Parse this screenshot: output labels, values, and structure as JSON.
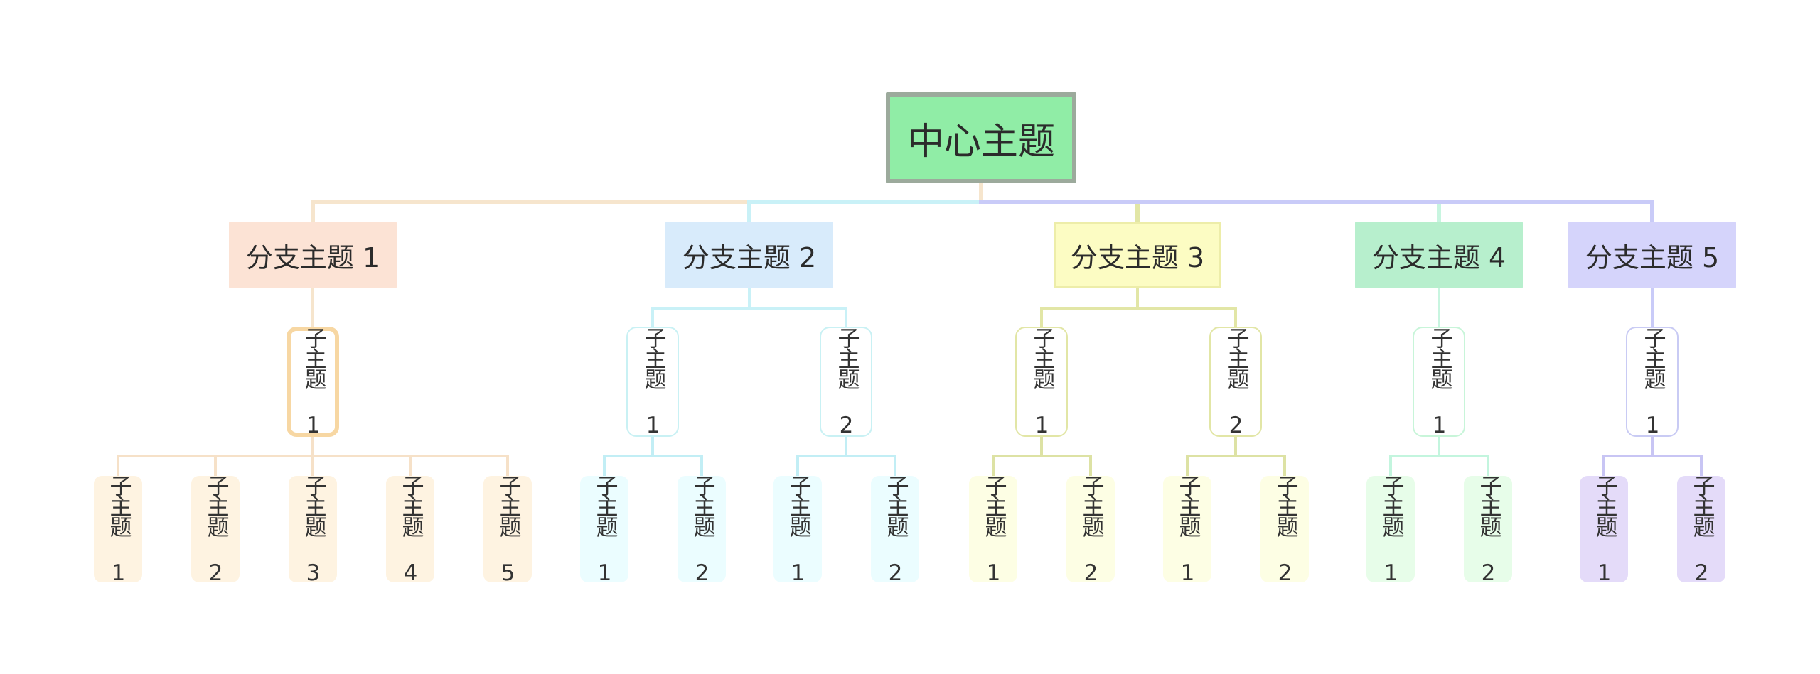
{
  "map": {
    "root": {
      "label": "中心主题",
      "fill": "#90EDA6",
      "border": "#9CAA9C",
      "link": "#C9CBF8"
    },
    "branches": [
      {
        "label": "分支主题 1",
        "fill": "#FCE3D5",
        "border": "#FCE3D5",
        "link": "#F6E5CD",
        "children": [
          {
            "label": "子主题 1",
            "border": "#F7D7A3",
            "emphasized": true,
            "link": "#F6E1C8",
            "children": [
              {
                "label": "子主题 1",
                "fill": "#FEF3E1"
              },
              {
                "label": "子主题 2",
                "fill": "#FEF3E1"
              },
              {
                "label": "子主题 3",
                "fill": "#FEF3E1"
              },
              {
                "label": "子主题 4",
                "fill": "#FEF3E1"
              },
              {
                "label": "子主题 5",
                "fill": "#FEF3E1"
              }
            ]
          }
        ]
      },
      {
        "label": "分支主题 2",
        "fill": "#D8EBFB",
        "border": "#D8EBFB",
        "link": "#C9F1F7",
        "children": [
          {
            "label": "子主题 1",
            "border": "#C9F1F4",
            "link": "#C2EEF5",
            "children": [
              {
                "label": "子主题 1",
                "fill": "#EBFDFF"
              },
              {
                "label": "子主题 2",
                "fill": "#EBFDFF"
              }
            ]
          },
          {
            "label": "子主题 2",
            "border": "#C9F1F4",
            "link": "#C2EEF5",
            "children": [
              {
                "label": "子主题 1",
                "fill": "#EBFDFF"
              },
              {
                "label": "子主题 2",
                "fill": "#EBFDFF"
              }
            ]
          }
        ]
      },
      {
        "label": "分支主题 3",
        "fill": "#FCFCC3",
        "border": "#EDEDA9",
        "link": "#E2E6A6",
        "children": [
          {
            "label": "子主题 1",
            "border": "#E2E6A6",
            "link": "#DDE2A4",
            "children": [
              {
                "label": "子主题 1",
                "fill": "#FDFEE4"
              },
              {
                "label": "子主题 2",
                "fill": "#FDFEE4"
              }
            ]
          },
          {
            "label": "子主题 2",
            "border": "#E2E6A6",
            "link": "#DDE2A4",
            "children": [
              {
                "label": "子主题 1",
                "fill": "#FDFEE4"
              },
              {
                "label": "子主题 2",
                "fill": "#FDFEE4"
              }
            ]
          }
        ]
      },
      {
        "label": "分支主题 4",
        "fill": "#B7EFCD",
        "border": "#B7EFCD",
        "link": "#C8F5E0",
        "children": [
          {
            "label": "子主题 1",
            "border": "#C8F5D9",
            "link": "#C3F5DE",
            "children": [
              {
                "label": "子主题 1",
                "fill": "#E7FDE9"
              },
              {
                "label": "子主题 2",
                "fill": "#E7FDE9"
              }
            ]
          }
        ]
      },
      {
        "label": "分支主题 5",
        "fill": "#D5D4FB",
        "border": "#D5D4FB",
        "link": "#C9CBF8",
        "children": [
          {
            "label": "子主题 1",
            "border": "#C9CBF4",
            "link": "#C8C5F4",
            "children": [
              {
                "label": "子主题 1",
                "fill": "#E4DBF9"
              },
              {
                "label": "子主题 2",
                "fill": "#E4DBF9"
              }
            ]
          }
        ]
      }
    ]
  }
}
